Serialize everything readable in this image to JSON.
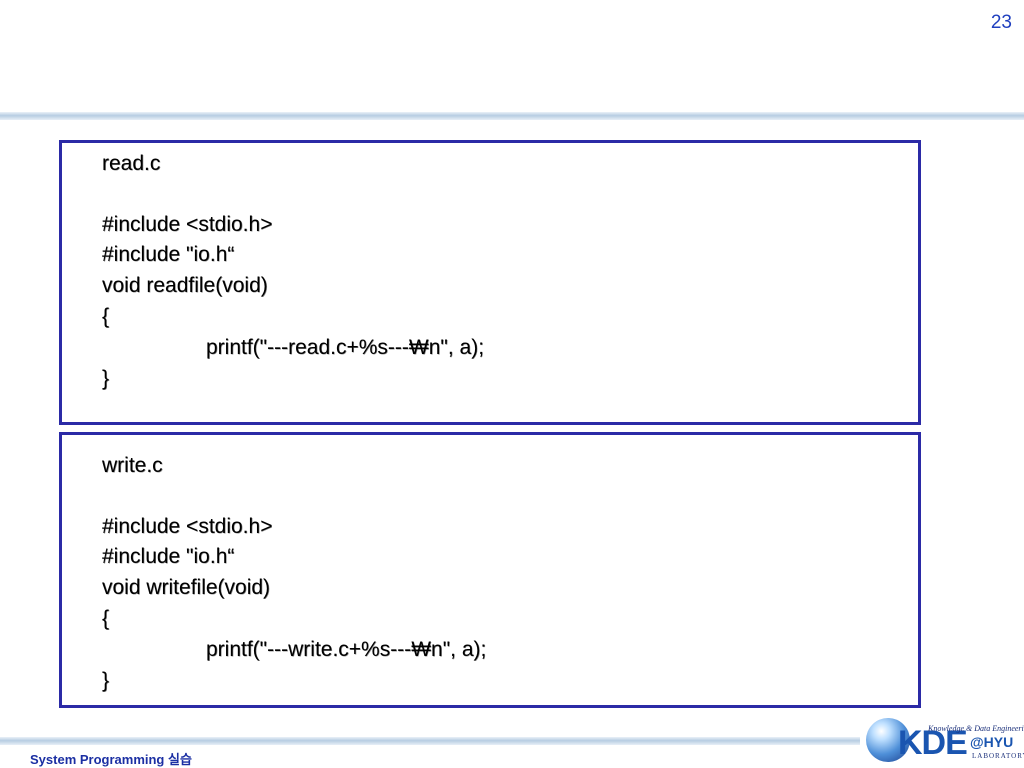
{
  "page_number": "23",
  "read_block": {
    "lines": [
      "read.c",
      "#include <stdio.h>",
      "#include \"io.h“",
      "void readfile(void)",
      "{",
      "printf(\"---read.c+%s---₩n\", a);",
      "}"
    ]
  },
  "write_block": {
    "lines": [
      "write.c",
      "#include <stdio.h>",
      "#include \"io.h“",
      "void writefile(void)",
      "{",
      "printf(\"---write.c+%s---₩n\", a);",
      "}"
    ]
  },
  "footer": {
    "course": "System Programming 실습"
  },
  "logo": {
    "main": "KDE",
    "tagline": "Knowledge & Data Engineering",
    "suffix": "@HYU",
    "lab": "LABORATORY"
  },
  "colors": {
    "border": "#2b2aa6",
    "footer_text": "#1b2fa3",
    "page_number": "#1f3fbf"
  }
}
